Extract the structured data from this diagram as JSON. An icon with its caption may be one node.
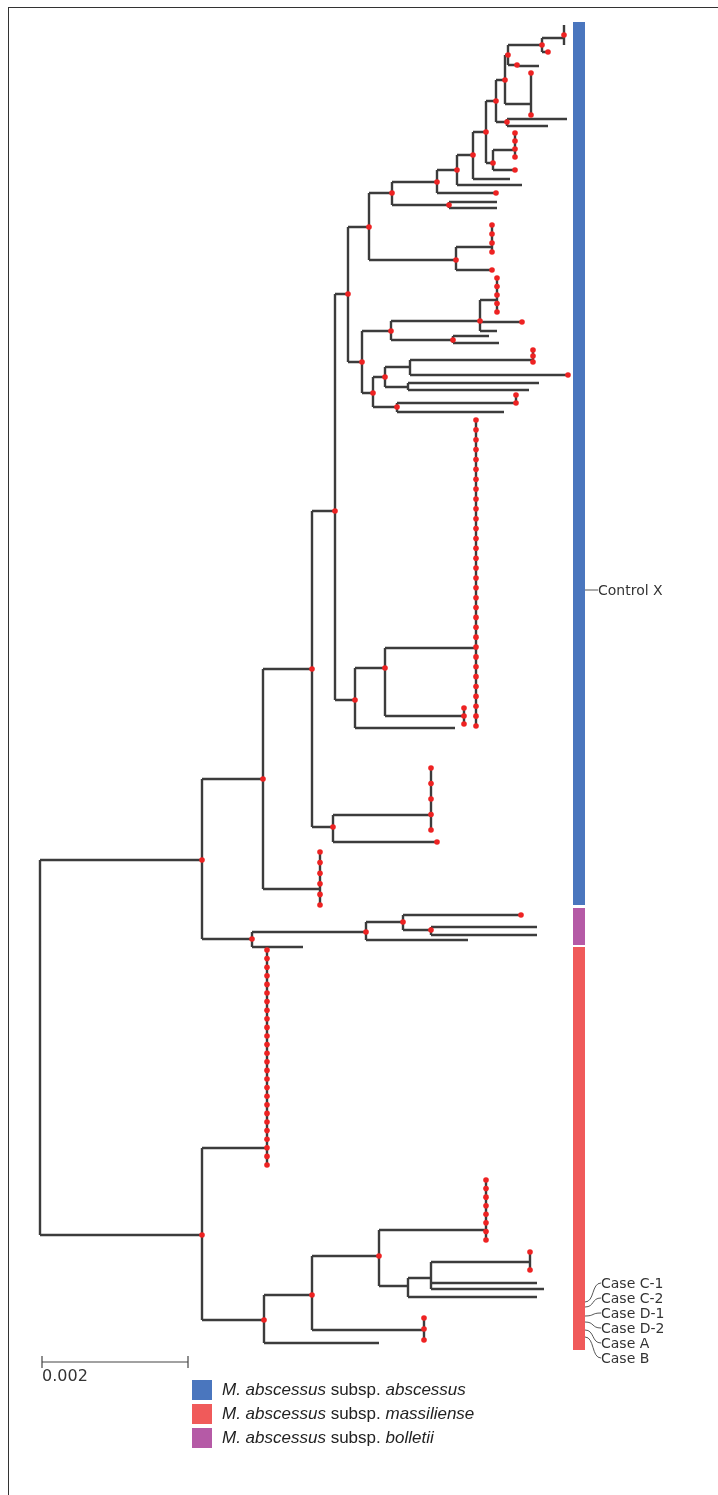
{
  "diagram": {
    "nodes": [
      {
        "text": [
          "Control X"
        ]
      },
      {
        "text": [
          "Case C-1"
        ]
      },
      {
        "text": [
          "Case C-2"
        ]
      },
      {
        "text": [
          "Case D-1"
        ]
      },
      {
        "text": [
          "Case D-2"
        ]
      },
      {
        "text": [
          "Case A"
        ]
      },
      {
        "text": [
          "Case B"
        ]
      },
      {
        "text": [],
        "shape": "bar"
      },
      {
        "text": [],
        "shape": "bar"
      },
      {
        "text": [],
        "shape": "bar"
      }
    ],
    "edges": [
      {
        "from": 0,
        "to": 7,
        "arrow": "none"
      },
      {
        "from": 1,
        "to": 9,
        "arrow": "none"
      },
      {
        "from": 2,
        "to": 9,
        "arrow": "none"
      },
      {
        "from": 3,
        "to": 9,
        "arrow": "none"
      },
      {
        "from": 4,
        "to": 9,
        "arrow": "none"
      },
      {
        "from": 5,
        "to": 9,
        "arrow": "none"
      },
      {
        "from": 6,
        "to": 9,
        "arrow": "none"
      }
    ],
    "labels": [
      "0.002"
    ],
    "legend": [
      {
        "text": "*M. abscessus* subsp. *abscessus*",
        "color": "#4a76be"
      },
      {
        "text": "*M. abscessus* subsp. *massiliense*",
        "color": "#f05a5a"
      },
      {
        "text": "*M. abscessus* subsp. *bolletii*",
        "color": "#b55aa6"
      }
    ]
  }
}
